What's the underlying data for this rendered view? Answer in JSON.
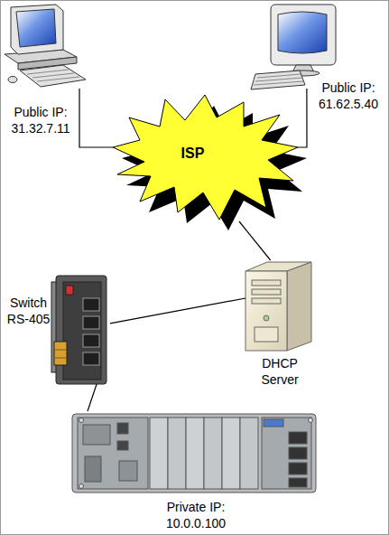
{
  "diagram": {
    "nodes": [
      {
        "text": [
          "Public IP: 31.32.7.11"
        ]
      },
      {
        "text": [
          "Public IP: 61.62.5.40"
        ]
      },
      {
        "text": [
          "ISP"
        ]
      },
      {
        "text": [
          "DHCP Server"
        ]
      },
      {
        "text": [
          "Switch RS-405"
        ]
      },
      {
        "text": [
          "Private IP: 10.0.0.100"
        ]
      }
    ],
    "edges": [
      {
        "from": 0,
        "to": 2,
        "arrow": "none"
      },
      {
        "from": 1,
        "to": 2,
        "arrow": "none"
      },
      {
        "from": 2,
        "to": 3,
        "arrow": "none"
      },
      {
        "from": 3,
        "to": 4,
        "arrow": "none"
      },
      {
        "from": 4,
        "to": 5,
        "arrow": "none"
      }
    ]
  }
}
